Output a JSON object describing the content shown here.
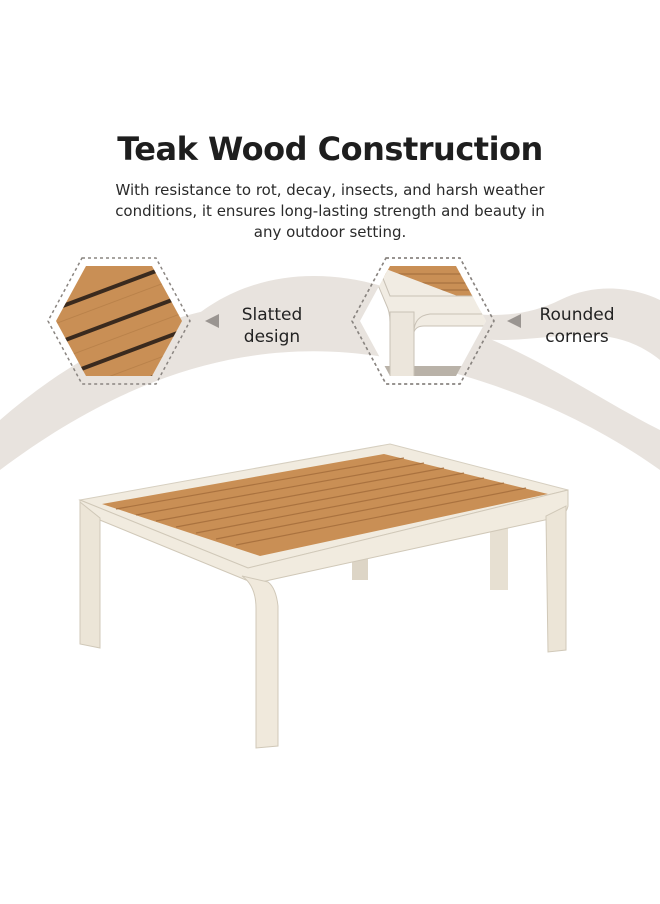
{
  "header": {
    "title": "Teak Wood Construction",
    "description": "With resistance to rot, decay, insects, and harsh weather conditions, it ensures long-lasting strength and beauty in any outdoor setting."
  },
  "features": [
    {
      "line1": "Slatted",
      "line2": "design",
      "icon": "slatted-wood-closeup"
    },
    {
      "line1": "Rounded",
      "line2": "corners",
      "icon": "rounded-corner-closeup"
    }
  ],
  "colors": {
    "wave": "#e8e3de",
    "teak": "#c98f55",
    "frame": "#efe8da",
    "hex_border": "#8a8581"
  }
}
